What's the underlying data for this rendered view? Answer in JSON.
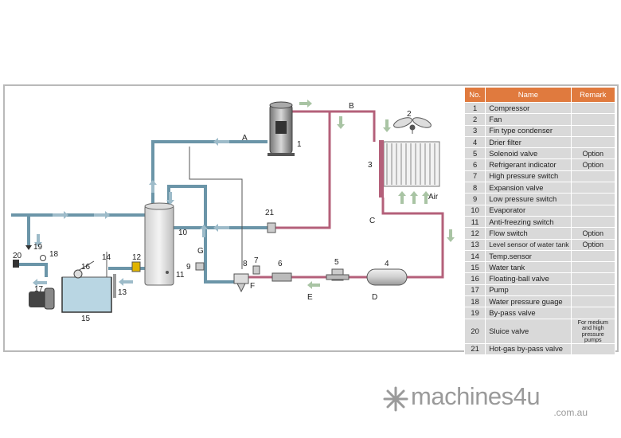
{
  "table": {
    "headers": {
      "no": "No.",
      "name": "Name",
      "remark": "Remark"
    },
    "rows": [
      {
        "no": "1",
        "name": "Compressor",
        "remark": ""
      },
      {
        "no": "2",
        "name": "Fan",
        "remark": ""
      },
      {
        "no": "3",
        "name": "Fin type condenser",
        "remark": ""
      },
      {
        "no": "4",
        "name": "Drier filter",
        "remark": ""
      },
      {
        "no": "5",
        "name": "Solenoid valve",
        "remark": "Option"
      },
      {
        "no": "6",
        "name": "Refrigerant indicator",
        "remark": "Option"
      },
      {
        "no": "7",
        "name": "High pressure switch",
        "remark": ""
      },
      {
        "no": "8",
        "name": "Expansion valve",
        "remark": ""
      },
      {
        "no": "9",
        "name": "Low pressure switch",
        "remark": ""
      },
      {
        "no": "10",
        "name": "Evaporator",
        "remark": ""
      },
      {
        "no": "11",
        "name": "Anti-freezing switch",
        "remark": ""
      },
      {
        "no": "12",
        "name": "Flow switch",
        "remark": "Option"
      },
      {
        "no": "13",
        "name": "Level sensor of water tank",
        "remark": "Option"
      },
      {
        "no": "14",
        "name": "Temp.sensor",
        "remark": ""
      },
      {
        "no": "15",
        "name": "Water tank",
        "remark": ""
      },
      {
        "no": "16",
        "name": "Floating-ball valve",
        "remark": ""
      },
      {
        "no": "17",
        "name": "Pump",
        "remark": ""
      },
      {
        "no": "18",
        "name": "Water pressure guage",
        "remark": ""
      },
      {
        "no": "19",
        "name": "By-pass valve",
        "remark": ""
      },
      {
        "no": "20",
        "name": "Sluice valve",
        "remark": "For medium and high pressure pumps"
      },
      {
        "no": "21",
        "name": "Hot-gas by-pass valve",
        "remark": ""
      }
    ]
  },
  "diagram": {
    "component_numbers": [
      "1",
      "2",
      "3",
      "4",
      "5",
      "6",
      "7",
      "8",
      "9",
      "10",
      "11",
      "12",
      "13",
      "14",
      "15",
      "16",
      "17",
      "18",
      "19",
      "20",
      "21"
    ],
    "point_letters": {
      "A": "A",
      "B": "B",
      "C": "C",
      "D": "D",
      "E": "E",
      "F": "F",
      "G": "G"
    },
    "air_label": "Air"
  },
  "colors": {
    "water_pipe": "#6b95a8",
    "refrigerant_pipe": "#b4607a",
    "arrow": "#9dbbc9",
    "arrow_green": "#a9c4a4",
    "header": "#e07a3e",
    "row": "#d9d9d9"
  },
  "logo": {
    "main": "machines4u",
    "sub": ".com.au"
  }
}
